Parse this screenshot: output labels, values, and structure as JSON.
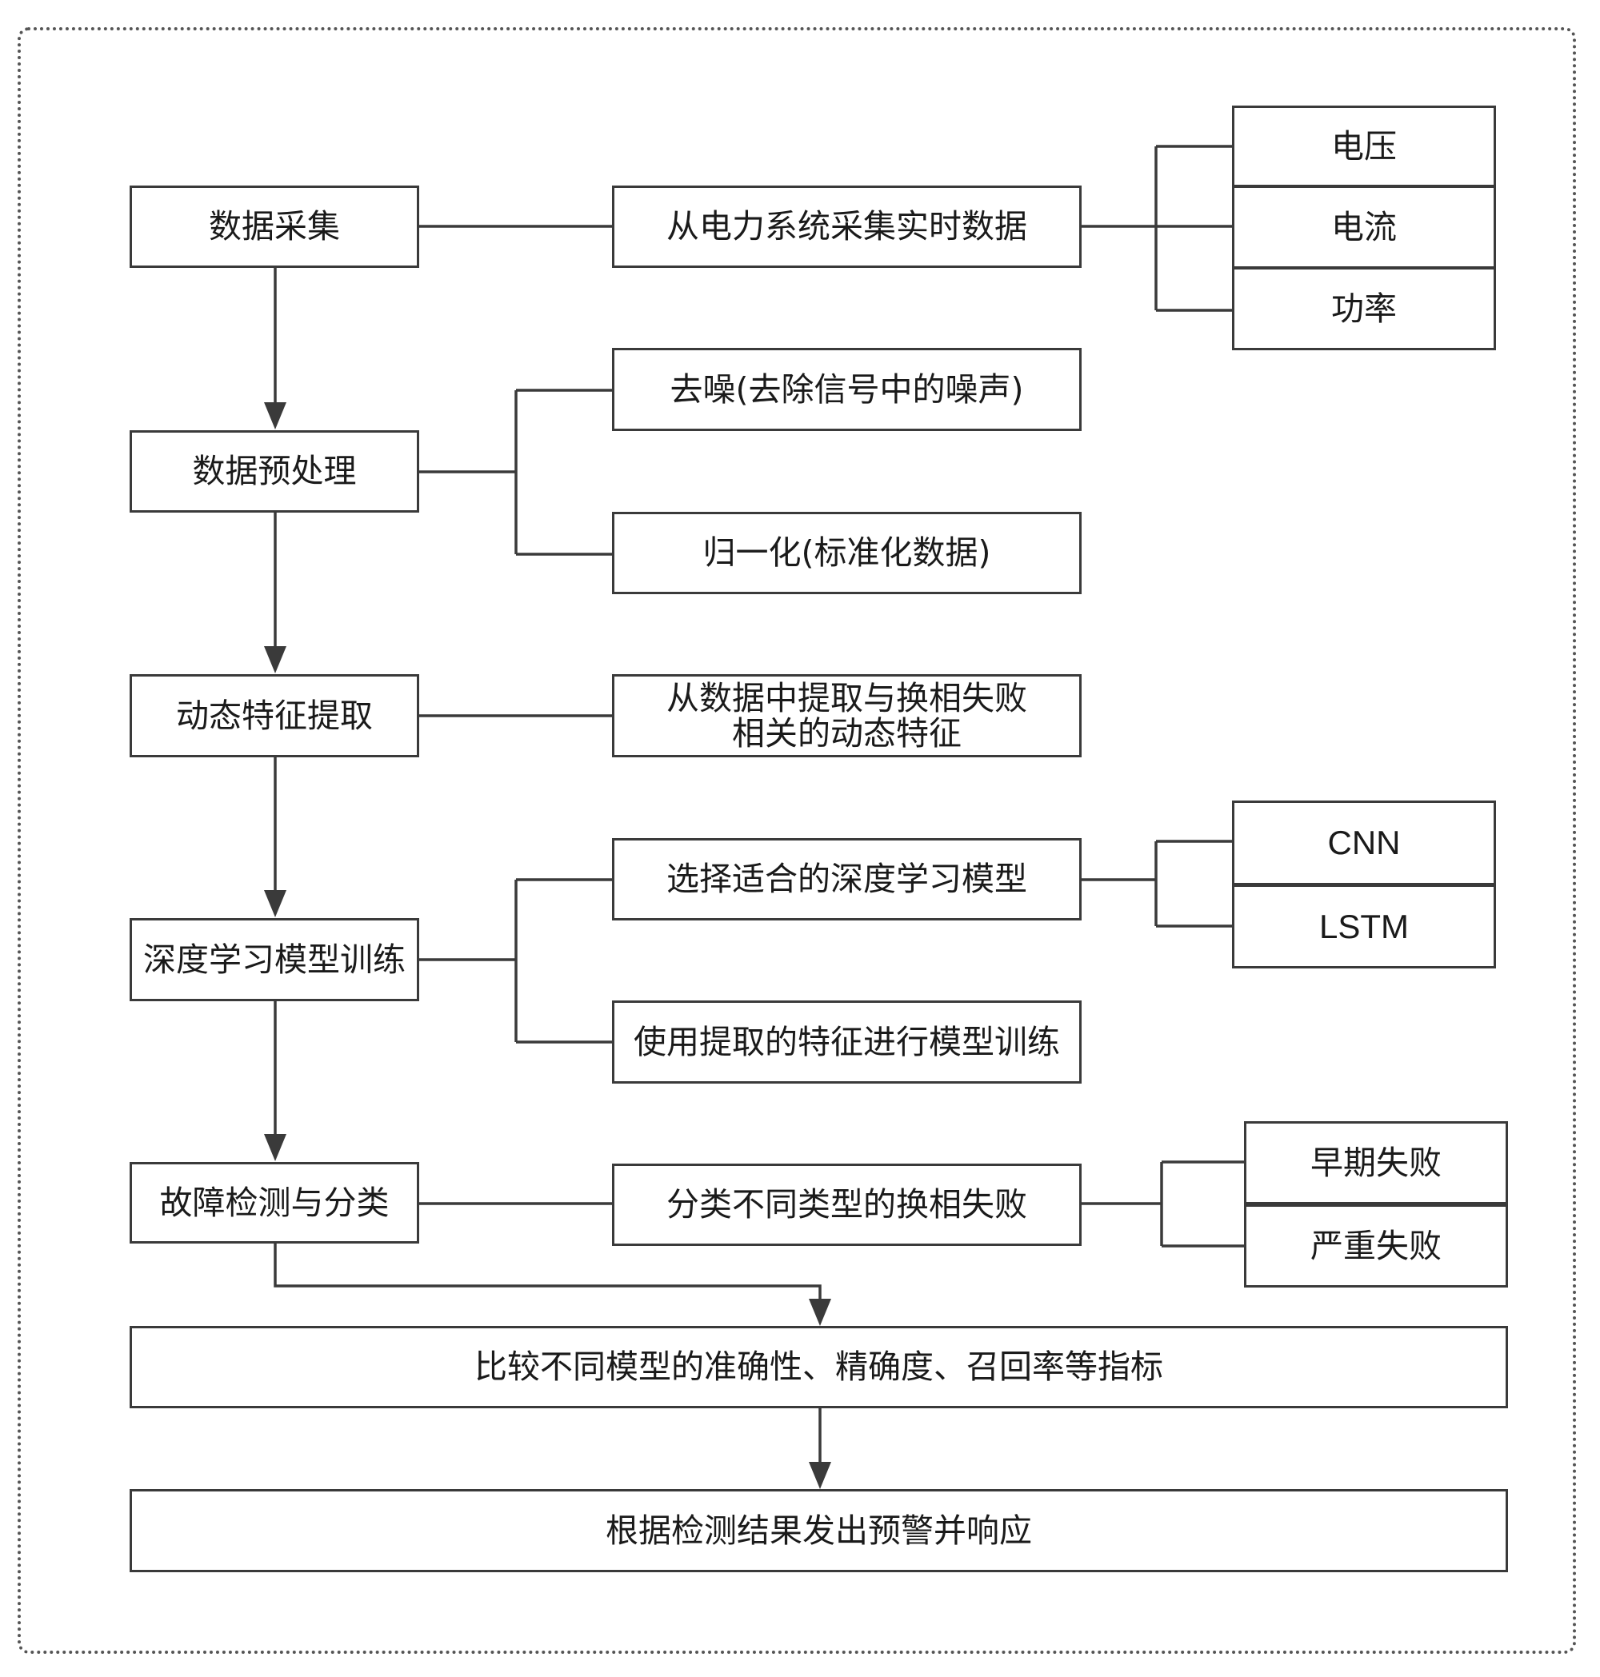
{
  "steps": {
    "collect": "数据采集",
    "preprocess": "数据预处理",
    "feature": "动态特征提取",
    "train": "深度学习模型训练",
    "detect": "故障检测与分类",
    "compare": "比较不同模型的准确性、精确度、召回率等指标",
    "warn": "根据检测结果发出预警并响应"
  },
  "details": {
    "collect_desc": "从电力系统采集实时数据",
    "voltage": "电压",
    "current": "电流",
    "power": "功率",
    "denoise": "去噪(去除信号中的噪声)",
    "normalize": "归一化(标准化数据)",
    "feature_desc_1": "从数据中提取与换相失败",
    "feature_desc_2": "相关的动态特征",
    "select_model": "选择适合的深度学习模型",
    "cnn": "CNN",
    "lstm": "LSTM",
    "use_features": "使用提取的特征进行模型训练",
    "classify": "分类不同类型的换相失败",
    "early_failure": "早期失败",
    "severe_failure": "严重失败"
  }
}
